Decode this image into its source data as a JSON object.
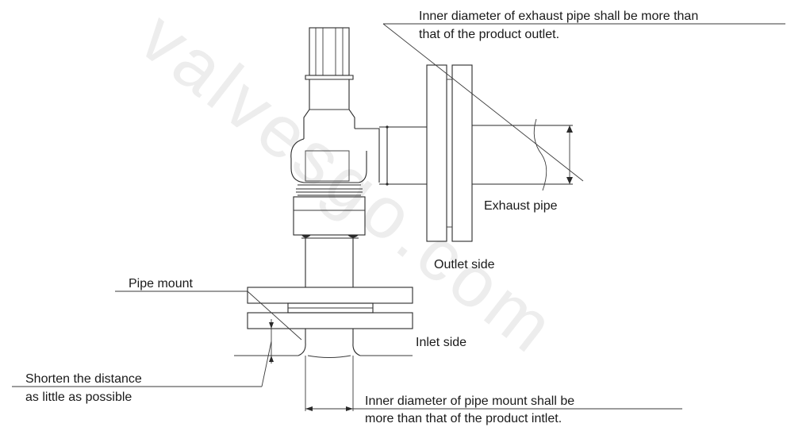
{
  "watermark": "valvesgo.com",
  "labels": {
    "exhaust_note_line1": "Inner diameter of exhaust pipe shall be more than",
    "exhaust_note_line2": "that of the product outlet.",
    "exhaust_pipe": "Exhaust pipe",
    "outlet_side": "Outlet side",
    "pipe_mount": "Pipe mount",
    "inlet_side": "Inlet side",
    "shorten_line1": "Shorten the distance",
    "shorten_line2": "as little as possible",
    "inlet_note_line1": "Inner diameter of  pipe mount shall be",
    "inlet_note_line2": "more than that of the product intlet."
  },
  "colors": {
    "line": "#2a2a2a",
    "text": "#1a1a1a",
    "watermark": "#ededed",
    "background": "#ffffff"
  }
}
